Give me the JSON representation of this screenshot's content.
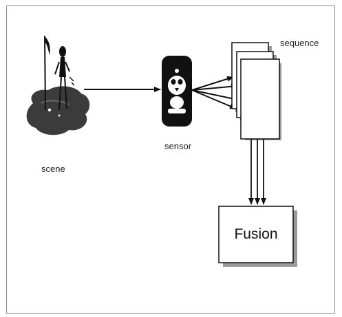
{
  "labels": {
    "scene": "scene",
    "sensor": "sensor",
    "sequence": "sequence",
    "fusion": "Fusion"
  },
  "icons": {
    "scene": "scene-illustration-icon",
    "sensor": "camera-sensor-icon"
  },
  "colors": {
    "stroke": "#111111",
    "ground": "#3a3a3a",
    "box_fill": "#ffffff",
    "shadow": "#9a9a9a"
  }
}
